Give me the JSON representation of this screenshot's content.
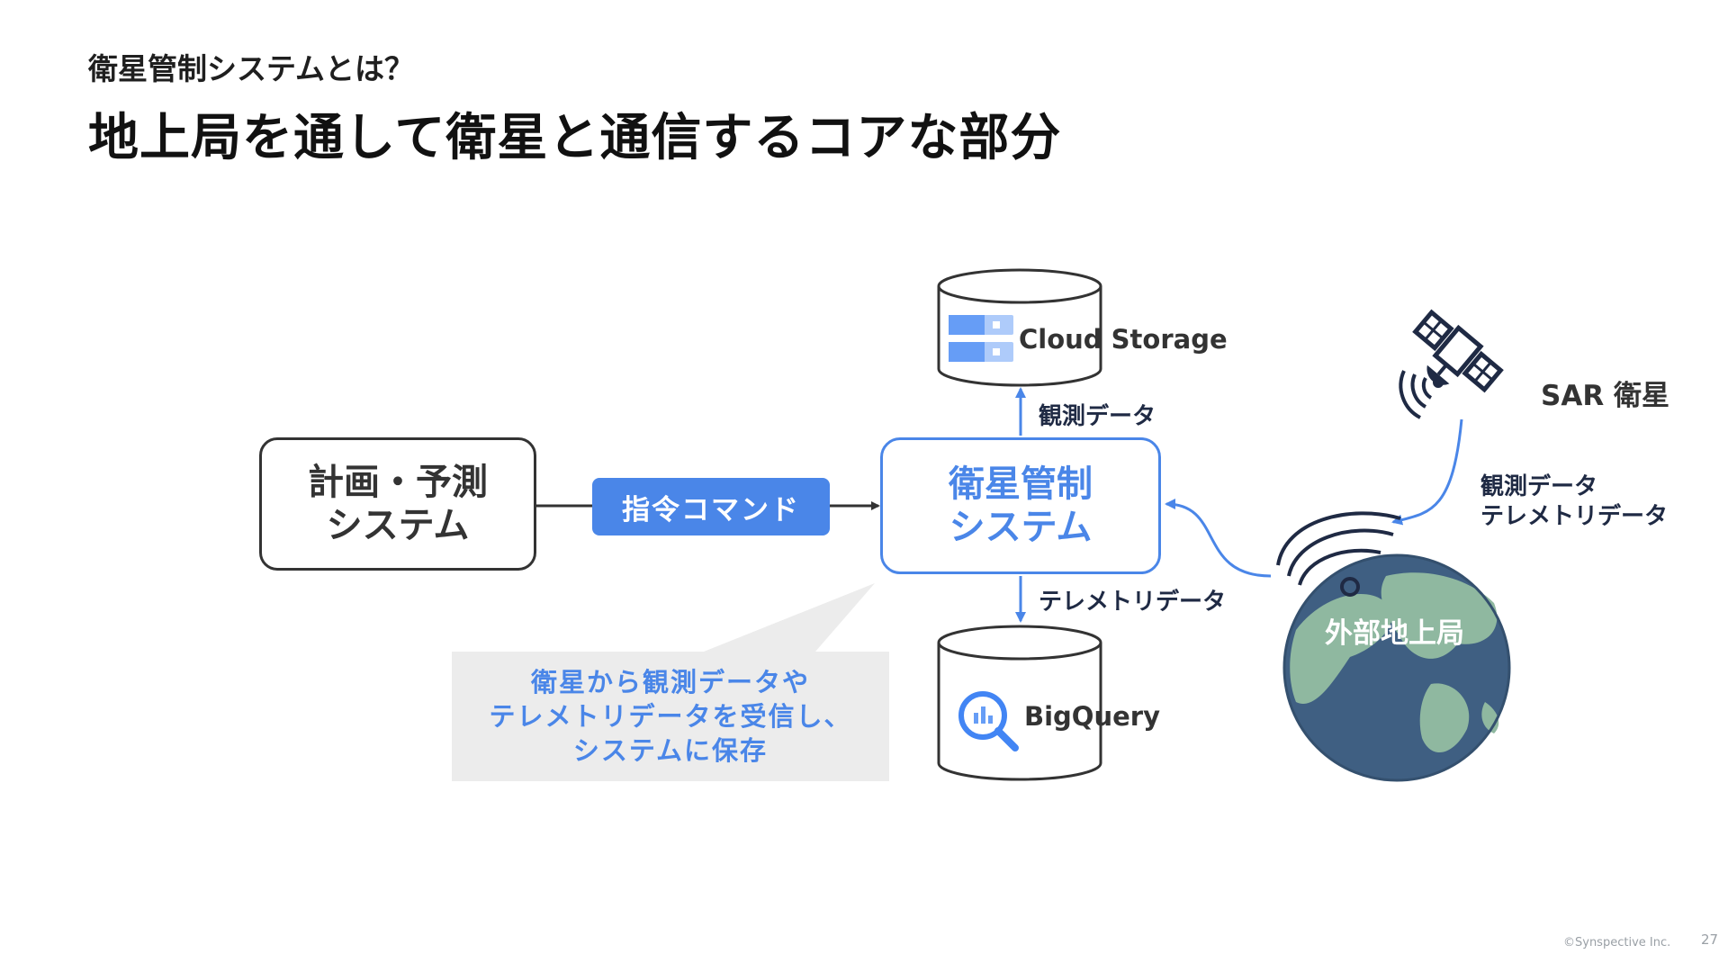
{
  "header": {
    "subtitle": "衛星管制システムとは？",
    "title": "地上局を通して衛星と通信するコアな部分"
  },
  "diagram": {
    "planning_box": {
      "line1": "計画・予測",
      "line2": "システム"
    },
    "command_label": "指令コマンド",
    "control_box": {
      "line1": "衛星管制",
      "line2": "システム"
    },
    "cloud_storage": {
      "label": "Cloud Storage",
      "icon": "cloud-storage-icon"
    },
    "bigquery": {
      "label": "BigQuery",
      "icon": "bigquery-icon"
    },
    "edge_obs_data": "観測データ",
    "edge_telemetry": "テレメトリデータ",
    "satellite": {
      "label": "SAR 衛星",
      "icon": "satellite-icon"
    },
    "satellite_edge": {
      "line1": "観測データ",
      "line2": "テレメトリデータ"
    },
    "ground_station": {
      "label": "外部地上局",
      "icon": "globe-antenna-icon"
    },
    "callout": {
      "line1": "衛星から観測データや",
      "line2": "テレメトリデータを受信し、",
      "line3": "システムに保存"
    },
    "colors": {
      "accent": "#4a86e8",
      "dark": "#333333",
      "callout_bg": "#ececec",
      "globe_ocean": "#3f5f82",
      "globe_land": "#8fb8a0"
    }
  },
  "footer": {
    "copyright": "©Synspective Inc.",
    "page": "27"
  }
}
